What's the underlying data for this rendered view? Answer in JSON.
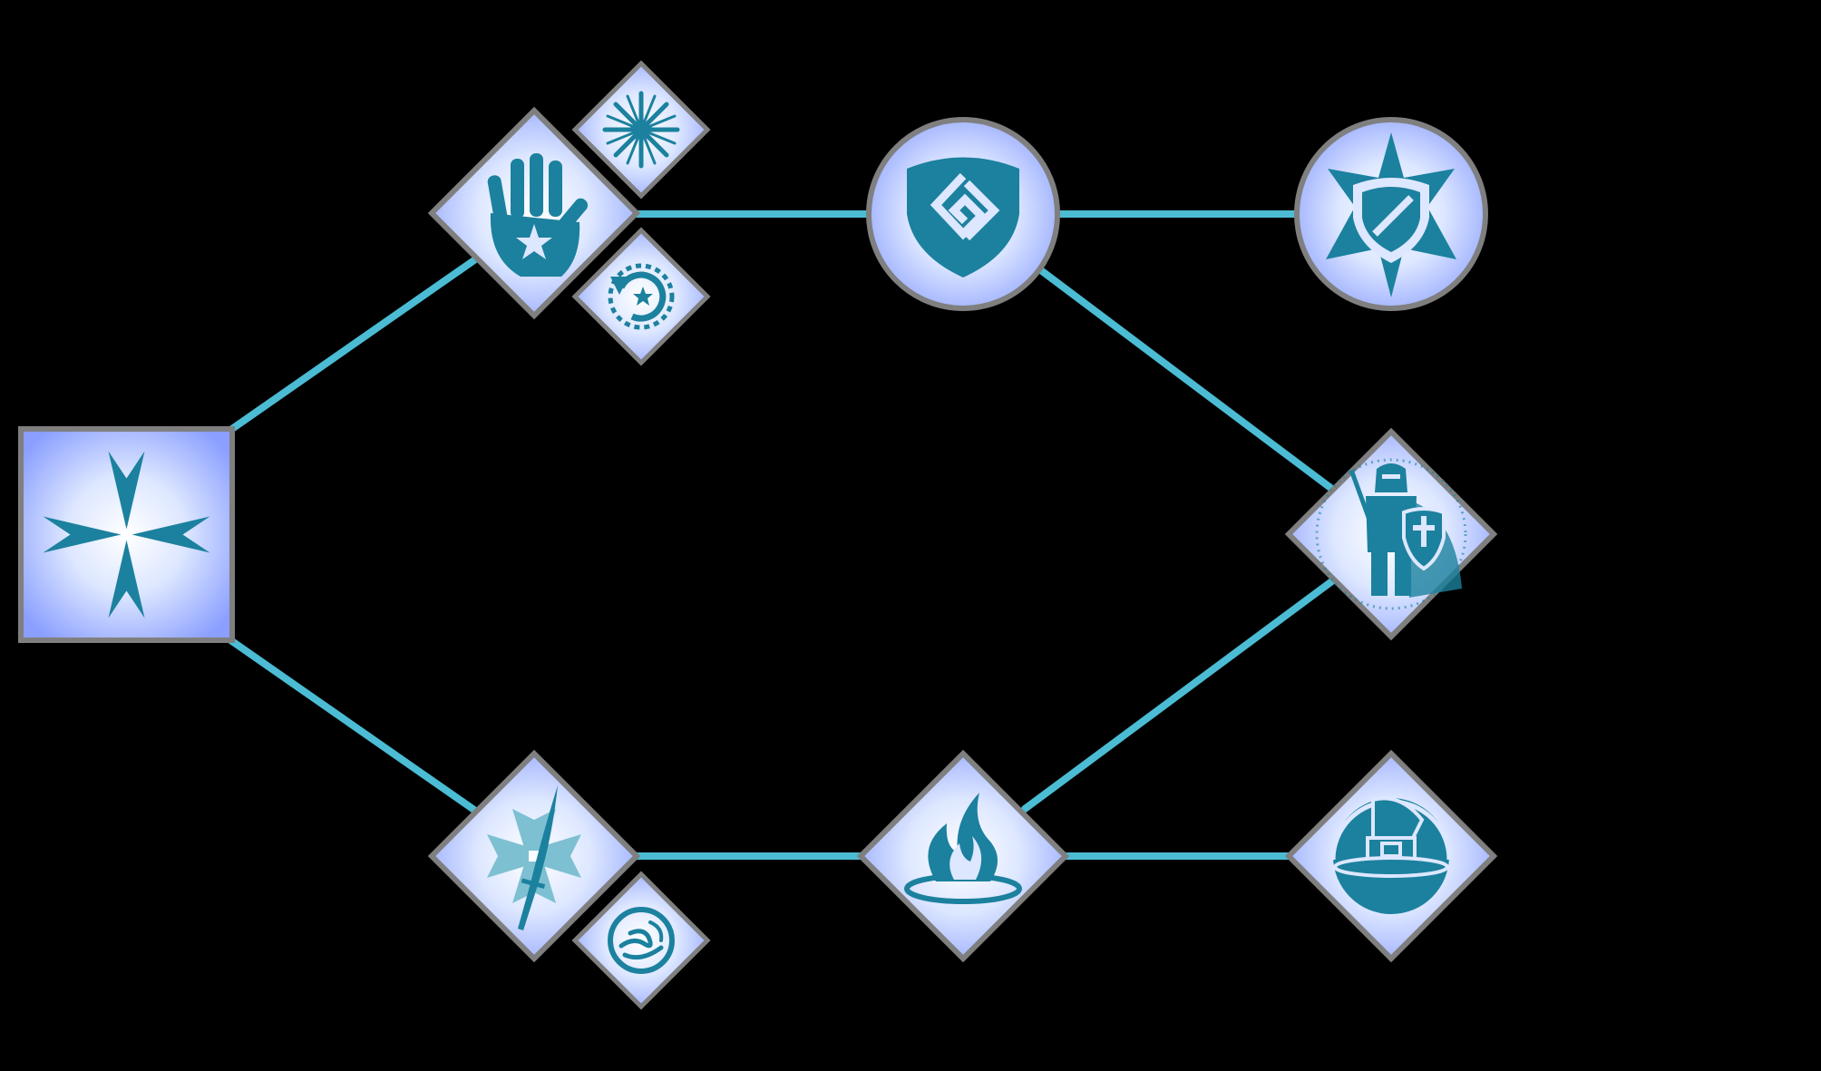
{
  "theme": {
    "background": "#000000",
    "connector": "#4BBCD4",
    "node_border": "#7F7F7F",
    "node_fill_center": "#FFFFFF",
    "node_fill_mid": "#DDE7FF",
    "node_fill_edge": "#8A9FFF",
    "icon": "#1B819E",
    "icon_light": "#7DC0D2"
  },
  "skill_tree": {
    "root": {
      "icon": "maltese-cross-icon",
      "shape": "square"
    },
    "upper_branch": {
      "tier1": {
        "icon": "hand-star-icon",
        "shape": "diamond",
        "modifiers": [
          "snowflake-burst-icon",
          "cooldown-refresh-icon"
        ]
      },
      "tier2": {
        "icon": "spiral-shield-icon",
        "shape": "circle"
      },
      "tier3": {
        "icon": "spiked-shield-icon",
        "shape": "circle"
      }
    },
    "capstone": {
      "icon": "crusader-knight-icon",
      "shape": "diamond"
    },
    "lower_branch": {
      "tier1": {
        "icon": "cross-blade-icon",
        "shape": "diamond",
        "modifiers": [
          "swirl-wind-icon"
        ]
      },
      "tier2": {
        "icon": "holy-flame-icon",
        "shape": "diamond"
      },
      "tier3": {
        "icon": "wizard-hat-icon",
        "shape": "diamond"
      }
    }
  }
}
